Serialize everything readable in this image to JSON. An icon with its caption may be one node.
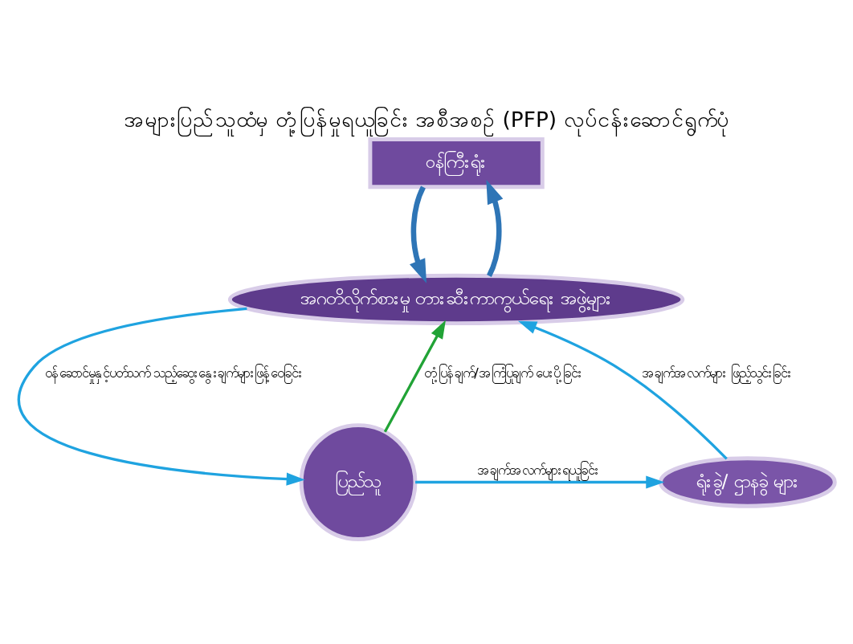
{
  "diagram": {
    "title": "အများပြည်သူထံမှ တုံ့ပြန်မှုရယူခြင်း အစီအစဉ် (PFP) လုပ်ငန်းဆောင်ရွက်ပုံ",
    "nodes": [
      {
        "text": [
          "ဝန်ကြီးရုံး"
        ]
      },
      {
        "text": [
          "အဂတိလိုက်စားမှု တားဆီးကာကွယ်ရေး အဖွဲ့များ"
        ]
      },
      {
        "text": [
          "ပြည်သူ"
        ]
      },
      {
        "text": [
          "ရုံးခွဲ/ ဌာနခွဲ များ"
        ]
      }
    ],
    "edges": [
      {
        "from": 1,
        "to": 0,
        "arrow": "to",
        "style": "thick",
        "color": "#2e75b6"
      },
      {
        "from": 0,
        "to": 1,
        "arrow": "to",
        "style": "thick",
        "color": "#2e75b6"
      },
      {
        "from": 3,
        "to": 1,
        "arrow": "to",
        "label": "အချက်အလက်များ ဖြည့်သွင်းခြင်း"
      },
      {
        "from": 1,
        "to": 2,
        "arrow": "to",
        "label": "ဝန်ဆောင်မှုနှင့်ပတ်သက် သည့်ဆွေးနွေးချက်များဖြန့်ဝေခြင်း"
      },
      {
        "from": 2,
        "to": 1,
        "arrow": "to",
        "label": "တုံ့ပြန်ချက်/အကြံပြုချက် ပေးပို့ခြင်း",
        "color": "#21a336"
      },
      {
        "from": 2,
        "to": 3,
        "arrow": "to",
        "label": "အချက်အလက်များရယူခြင်း"
      }
    ]
  }
}
